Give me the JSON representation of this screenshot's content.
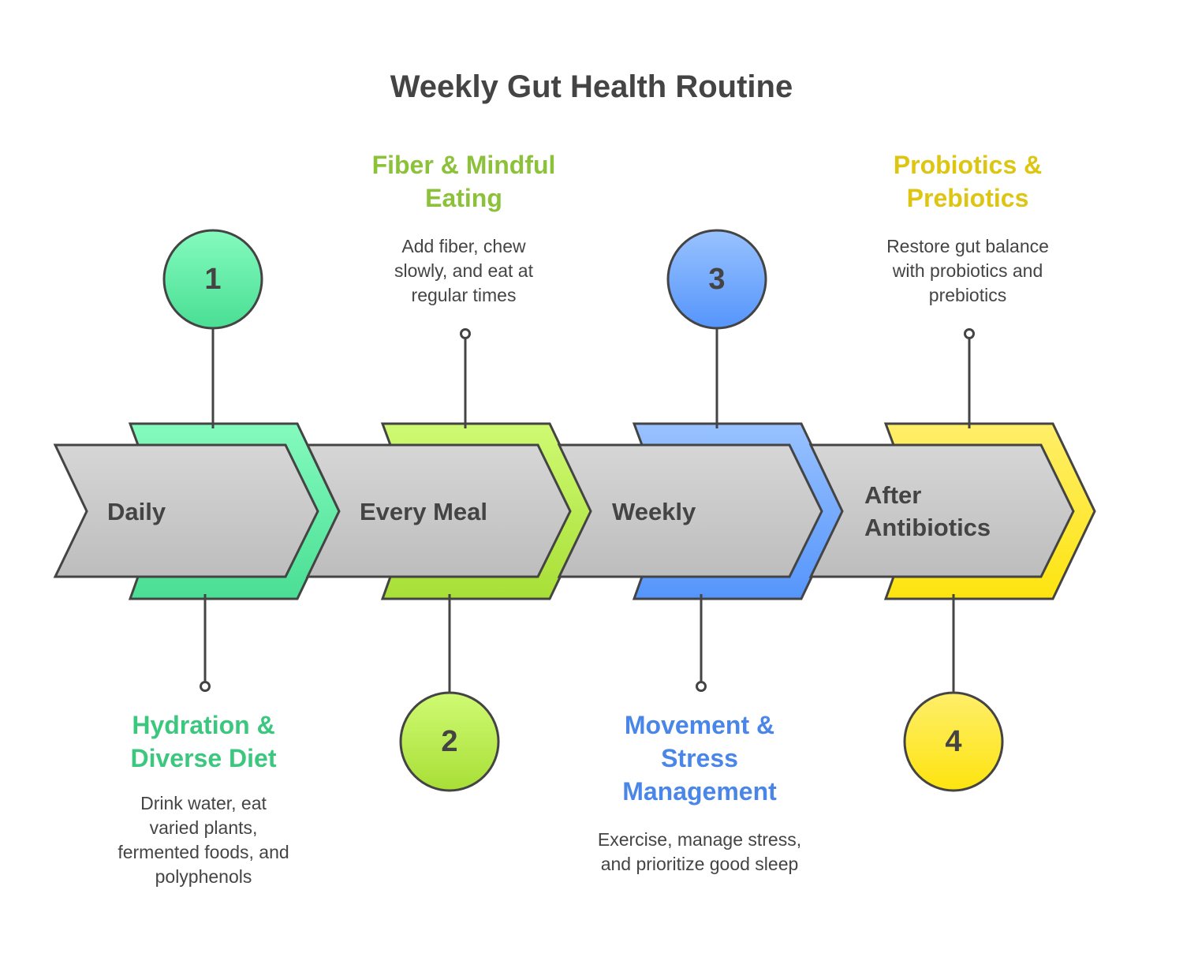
{
  "title": "Weekly Gut Health Routine",
  "steps": [
    {
      "number": "1",
      "stage": "Daily",
      "heading": "Hydration & Diverse Diet",
      "heading_lines": [
        "Hydration &",
        "Diverse Diet"
      ],
      "description": "Drink water, eat varied plants, fermented foods, and polyphenols",
      "color": "#4ADE94",
      "color_light": "#84FBBE",
      "text_color": "#3CC77F"
    },
    {
      "number": "2",
      "stage": "Every Meal",
      "heading": "Fiber & Mindful Eating",
      "heading_lines": [
        "Fiber & Mindful",
        "Eating"
      ],
      "description": "Add fiber, chew slowly, and eat at regular times",
      "color": "#A8DF36",
      "color_light": "#CFFA73",
      "text_color": "#8CC13A"
    },
    {
      "number": "3",
      "stage": "Weekly",
      "heading": "Movement & Stress Management",
      "heading_lines": [
        "Movement &",
        "Stress",
        "Management"
      ],
      "description": "Exercise, manage stress, and prioritize good sleep",
      "color": "#5595FB",
      "color_light": "#99C2FF",
      "text_color": "#4A86E8"
    },
    {
      "number": "4",
      "stage": "After Antibiotics",
      "stage_lines": [
        "After",
        "Antibiotics"
      ],
      "heading": "Probiotics & Prebiotics",
      "heading_lines": [
        "Probiotics &",
        "Prebiotics"
      ],
      "description": "Restore gut balance with probiotics and prebiotics",
      "color": "#FDE40F",
      "color_light": "#FFEE6A",
      "text_color": "#DDC511"
    }
  ],
  "palette": {
    "outline": "#444444",
    "chevron_top": "#D6D6D6",
    "chevron_bottom": "#BDBDBD"
  }
}
